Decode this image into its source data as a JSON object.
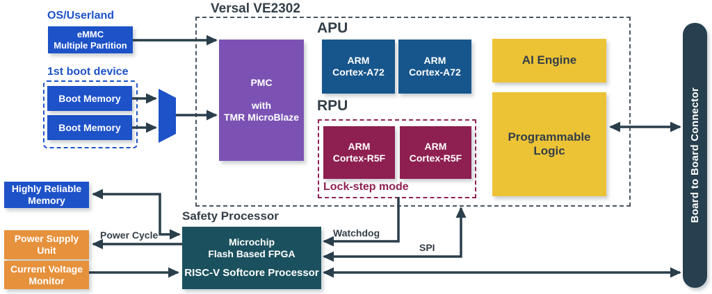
{
  "colors": {
    "blue": "#1d52c8",
    "dark_blue": "#17568c",
    "purple": "#7b52b4",
    "maroon": "#8e2051",
    "yellow": "#ecc335",
    "orange": "#e6913c",
    "teal": "#1b515e",
    "connector": "#27404f",
    "slate": "#2a3e4b",
    "ink": "#333e48"
  },
  "left": {
    "os_heading": "OS/Userland",
    "emmc_line1": "eMMC",
    "emmc_line2": "Multiple Partition",
    "boot_heading": "1st boot device",
    "boot1": "Boot Memory",
    "boot2": "Boot Memory",
    "hrm_line1": "Highly Reliable",
    "hrm_line2": "Memory",
    "psu_line1": "Power Supply",
    "psu_line2": "Unit",
    "cvm_line1": "Current Voltage",
    "cvm_line2": "Monitor"
  },
  "versal": {
    "title": "Versal VE2302",
    "pmc_line1": "PMC",
    "pmc_line2": "with",
    "pmc_line3": "TMR MicroBlaze",
    "apu_label": "APU",
    "apu1_line1": "ARM",
    "apu1_line2": "Cortex-A72",
    "apu2_line1": "ARM",
    "apu2_line2": "Cortex-A72",
    "rpu_label": "RPU",
    "rpu1_line1": "ARM",
    "rpu1_line2": "Cortex-R5F",
    "rpu2_line1": "ARM",
    "rpu2_line2": "Cortex-R5F",
    "lockstep_label": "Lock-step mode",
    "ai_engine": "AI Engine",
    "pl_line1": "Programmable",
    "pl_line2": "Logic"
  },
  "safety": {
    "heading": "Safety Processor",
    "line1": "Microchip",
    "line2": "Flash Based FPGA",
    "line3": "RISC-V Softcore Processor"
  },
  "connector_label": "Board to Board Connector",
  "edge_labels": {
    "power_cycle": "Power Cycle",
    "watchdog": "Watchdog",
    "spi": "SPI"
  }
}
